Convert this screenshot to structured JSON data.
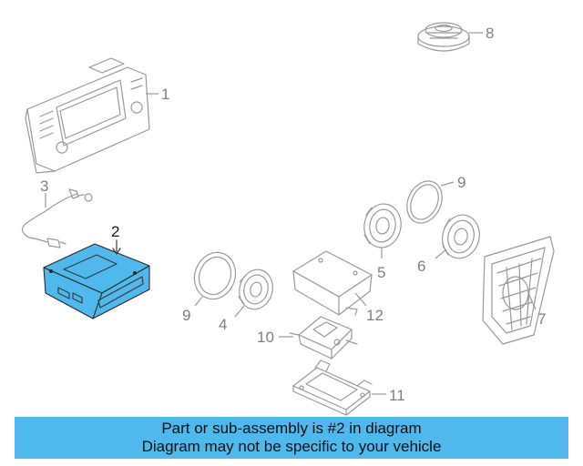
{
  "banner": {
    "line1": "Part or sub-assembly is #2 in diagram",
    "line2": "Diagram may not be specific to your vehicle"
  },
  "highlight_color": "#4fb8ec",
  "highlighted_part": "2",
  "callouts": {
    "p1": "1",
    "p2": "2",
    "p3": "3",
    "p4": "4",
    "p5": "5",
    "p6": "6",
    "p7": "7",
    "p8": "8",
    "p9a": "9",
    "p9b": "9",
    "p10": "10",
    "p11": "11",
    "p12": "12"
  }
}
